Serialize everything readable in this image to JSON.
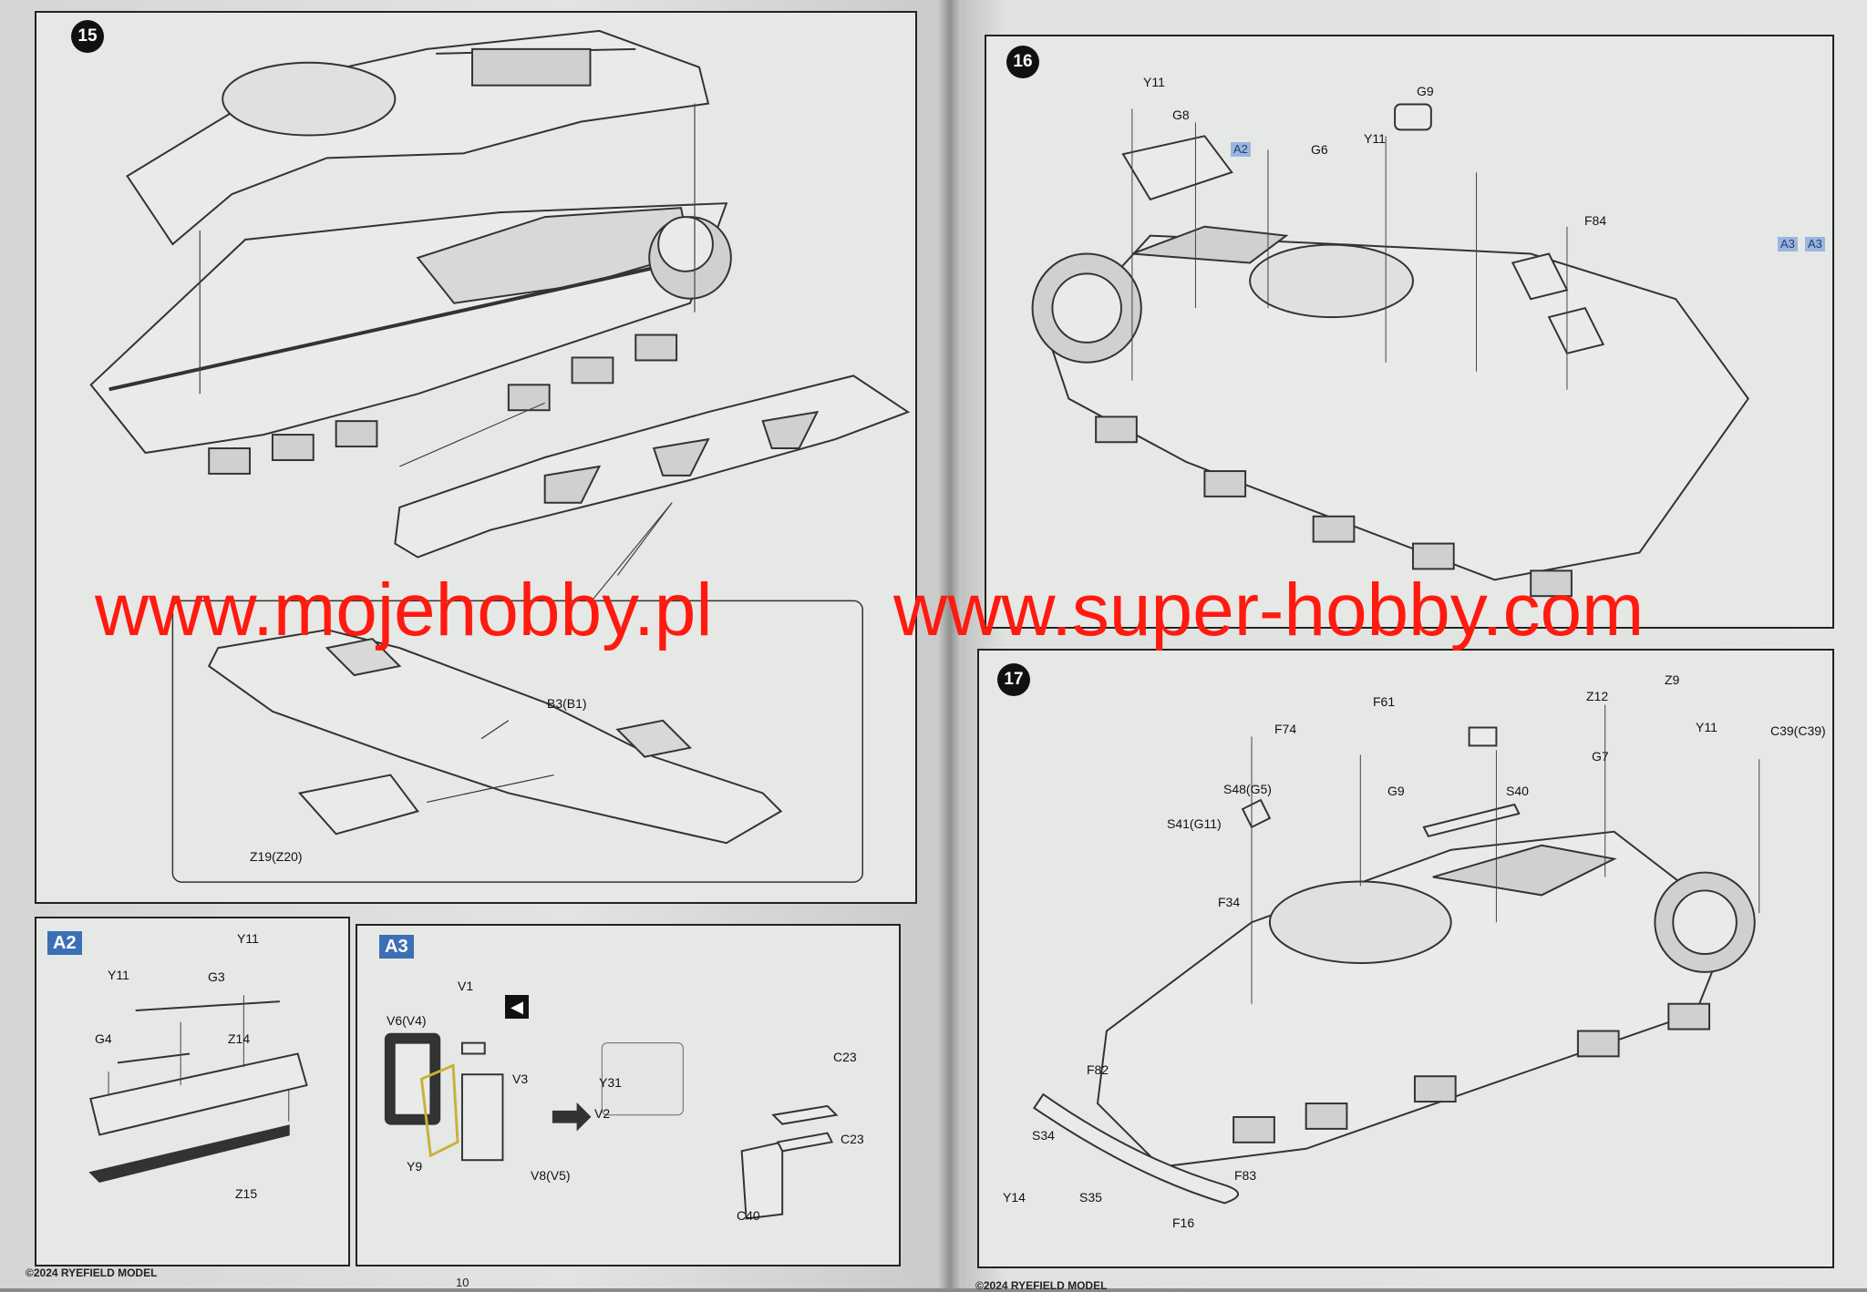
{
  "watermark": {
    "left": "www.mojehobby.pl",
    "right": "www.super-hobby.com"
  },
  "steps": {
    "s15": {
      "number": "15",
      "labels": {
        "b3": "B3(B1)",
        "z19": "Z19(Z20)"
      }
    },
    "s16": {
      "number": "16",
      "labels": {
        "y11a": "Y11",
        "g8": "G8",
        "g9": "G9",
        "a2": "A2",
        "g6": "G6",
        "y11b": "Y11",
        "f84": "F84",
        "a3a": "A3",
        "a3b": "A3"
      }
    },
    "s17": {
      "number": "17",
      "labels": {
        "f61": "F61",
        "f74": "F74",
        "z12": "Z12",
        "z9": "Z9",
        "y11": "Y11",
        "c39": "C39(C39)",
        "s48": "S48(G5)",
        "g7": "G7",
        "s41": "S41(G11)",
        "g9": "G9",
        "s40": "S40",
        "f34": "F34",
        "f82": "F82",
        "s34": "S34",
        "y14": "Y14",
        "s35": "S35",
        "f83": "F83",
        "f16": "F16"
      }
    }
  },
  "subassemblies": {
    "a2": {
      "badge": "A2",
      "labels": {
        "y11a": "Y11",
        "y11b": "Y11",
        "g3": "G3",
        "g4": "G4",
        "z14": "Z14",
        "z15": "Z15"
      }
    },
    "a3": {
      "badge": "A3",
      "labels": {
        "v1": "V1",
        "v6": "V6(V4)",
        "v3": "V3",
        "y31": "Y31",
        "v2": "V2",
        "y9": "Y9",
        "v8": "V8(V5)",
        "c23a": "C23",
        "c23b": "C23",
        "c40": "C40"
      }
    }
  },
  "footer": {
    "left_copyright": "©2024 RYEFIELD MODEL",
    "left_page": "10",
    "right_copyright": "©2024 RYEFIELD MODEL"
  },
  "colors": {
    "watermark": "#ff1a10",
    "badge_blue": "#3c6fb5",
    "page": "#e6e8e6"
  }
}
